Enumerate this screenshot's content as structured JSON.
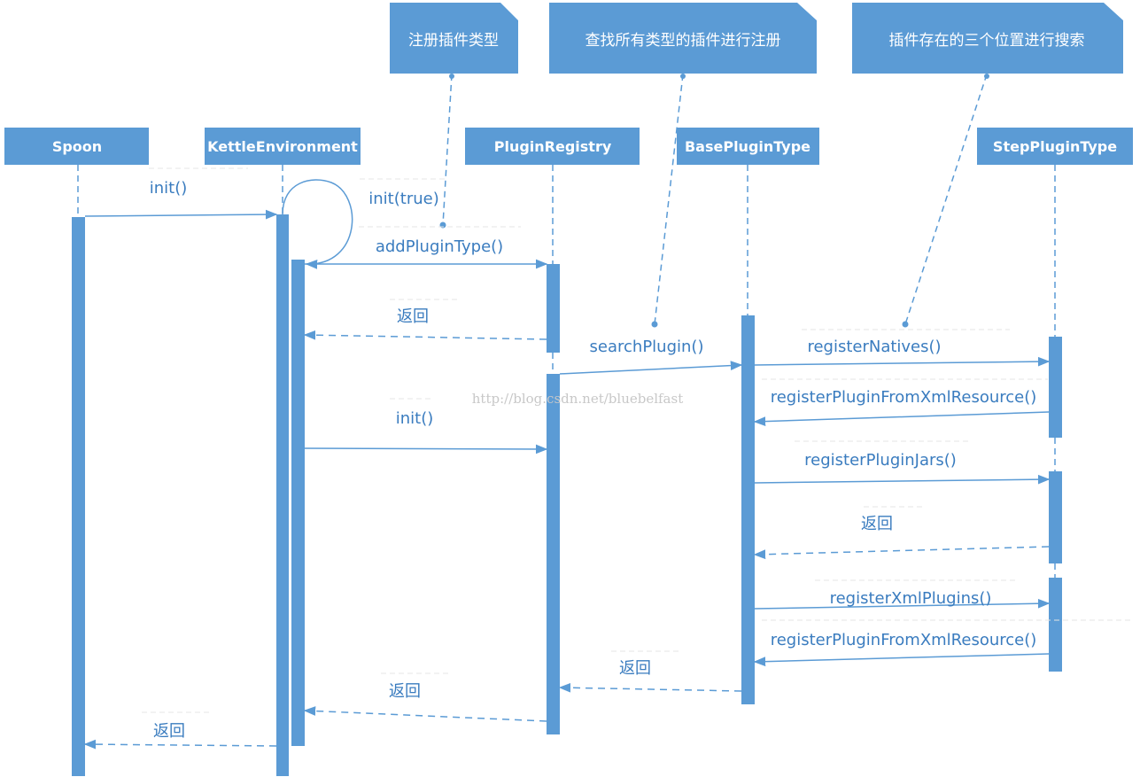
{
  "notes": {
    "register_plugin_types": "注册插件类型",
    "find_all_types": "查找所有类型的插件进行注册",
    "three_locations": "插件存在的三个位置进行搜索"
  },
  "participants": {
    "spoon": "Spoon",
    "kettle_environment": "KettleEnvironment",
    "plugin_registry": "PluginRegistry",
    "base_plugin_type": "BasePluginType",
    "step_plugin_type": "StepPluginType"
  },
  "messages": {
    "spoon_init": "init()",
    "init_true": "init(true)",
    "add_plugin_type": "addPluginType()",
    "return_1": "返回",
    "search_plugin": "searchPlugin()",
    "register_natives": "registerNatives()",
    "register_from_xml_1": "registerPluginFromXmlResource()",
    "registry_init": "init()",
    "register_plugin_jars": "registerPluginJars()",
    "return_2": "返回",
    "register_xml_plugins": "registerXmlPlugins()",
    "register_from_xml_2": "registerPluginFromXmlResource()",
    "return_3": "返回",
    "return_4": "返回",
    "return_5": "返回"
  },
  "watermark": "http://blog.csdn.net/bluebelfast",
  "colors": {
    "accent": "#5b9bd5",
    "header_text": "#ffffff",
    "label_text": "#3a7cbf",
    "watermark": "#c8c8c8"
  }
}
